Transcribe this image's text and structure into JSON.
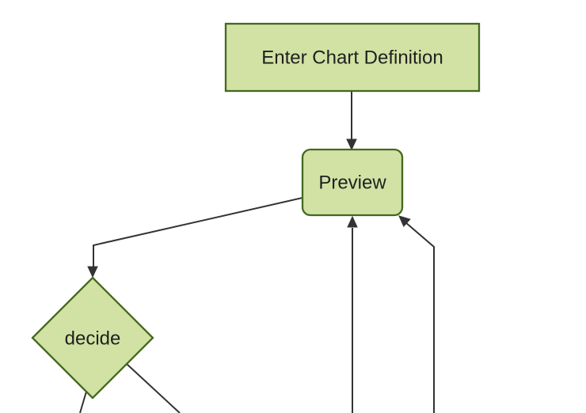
{
  "diagram": {
    "type": "flowchart",
    "direction": "top-down",
    "nodes": [
      {
        "id": "enter-chart-definition",
        "label": "Enter Chart Definition",
        "shape": "rectangle"
      },
      {
        "id": "preview",
        "label": "Preview",
        "shape": "rounded-rectangle"
      },
      {
        "id": "decide",
        "label": "decide",
        "shape": "diamond"
      }
    ],
    "edges": [
      {
        "from": "enter-chart-definition",
        "to": "preview",
        "arrowhead": true
      },
      {
        "from": "preview",
        "to": "decide",
        "arrowhead": true
      },
      {
        "from": "decide",
        "to": "offscreen-bottom-left",
        "arrowhead": false
      },
      {
        "from": "decide",
        "to": "offscreen-bottom-right",
        "arrowhead": false
      },
      {
        "from": "offscreen-bottom",
        "to": "preview",
        "arrowhead": true
      },
      {
        "from": "offscreen-bottom-right",
        "to": "preview",
        "arrowhead": true
      }
    ],
    "colors": {
      "node_fill": "#d2e2a4",
      "node_stroke": "#44691f",
      "edge_color": "#333333",
      "text_color": "#1f1f1f",
      "background": "#ffffff"
    }
  }
}
